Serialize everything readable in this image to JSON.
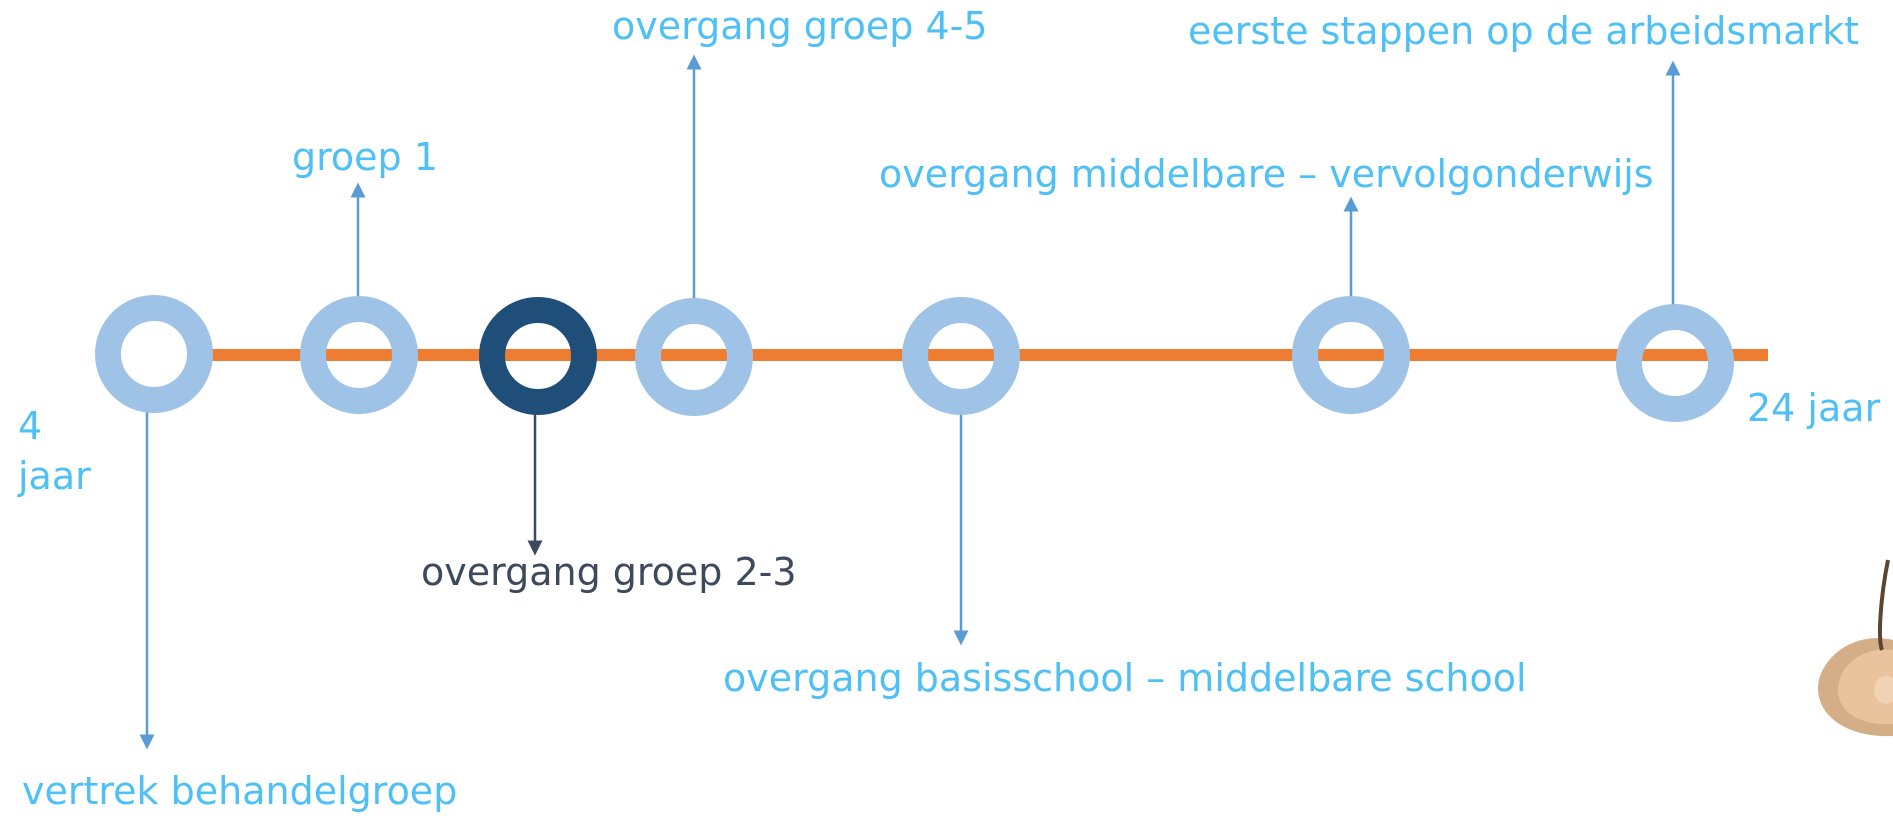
{
  "colors": {
    "timeline": "#ee7d31",
    "ring_light": "#9fc3e6",
    "ring_dark": "#1f4e78",
    "arrow_light": "#5b9bd5",
    "arrow_dark": "#3d4a5e",
    "text_light": "#4ec0f5",
    "text_dark": "#3d4a5e",
    "figure_skin": "#e8c39e"
  },
  "ages": {
    "start_number": "4",
    "start_unit": "jaar",
    "end": "24 jaar"
  },
  "milestones": [
    {
      "id": "vertrek",
      "label": "vertrek behandelgroep",
      "direction": "down",
      "highlight": false
    },
    {
      "id": "groep1",
      "label": "groep 1",
      "direction": "up",
      "highlight": false
    },
    {
      "id": "groep23",
      "label": "overgang groep 2-3",
      "direction": "down",
      "highlight": true
    },
    {
      "id": "groep45",
      "label": "overgang groep 4-5",
      "direction": "up",
      "highlight": false
    },
    {
      "id": "basis_middelbaar",
      "label": "overgang basisschool – middelbare school",
      "direction": "down",
      "highlight": false
    },
    {
      "id": "middelbaar_vervolg",
      "label": "overgang middelbare – vervolgonderwijs",
      "direction": "up",
      "highlight": false
    },
    {
      "id": "arbeidsmarkt",
      "label": "eerste stappen op de arbeidsmarkt",
      "direction": "up",
      "highlight": false
    }
  ]
}
